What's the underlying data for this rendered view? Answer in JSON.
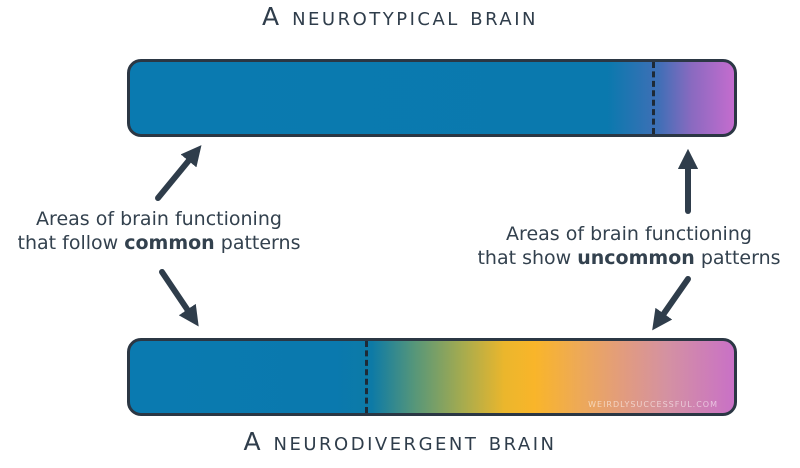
{
  "titles": {
    "top": "A neurotypical brain",
    "bottom": "A neurodivergent brain"
  },
  "labels": {
    "common": {
      "line1": "Areas of brain functioning",
      "line2_before": "that follow ",
      "line2_bold": "common",
      "line2_after": " patterns"
    },
    "uncommon": {
      "line1": "Areas of brain functioning",
      "line2_before": "that show ",
      "line2_bold": "uncommon",
      "line2_after": " patterns"
    }
  },
  "watermark": "WEIRDLYSUCCESSFUL.COM",
  "colors": {
    "common_areas": "#0a7ab0",
    "uncommon_yellow": "#f9b52a",
    "uncommon_pink": "#c971c6",
    "outline": "#2b3744"
  }
}
